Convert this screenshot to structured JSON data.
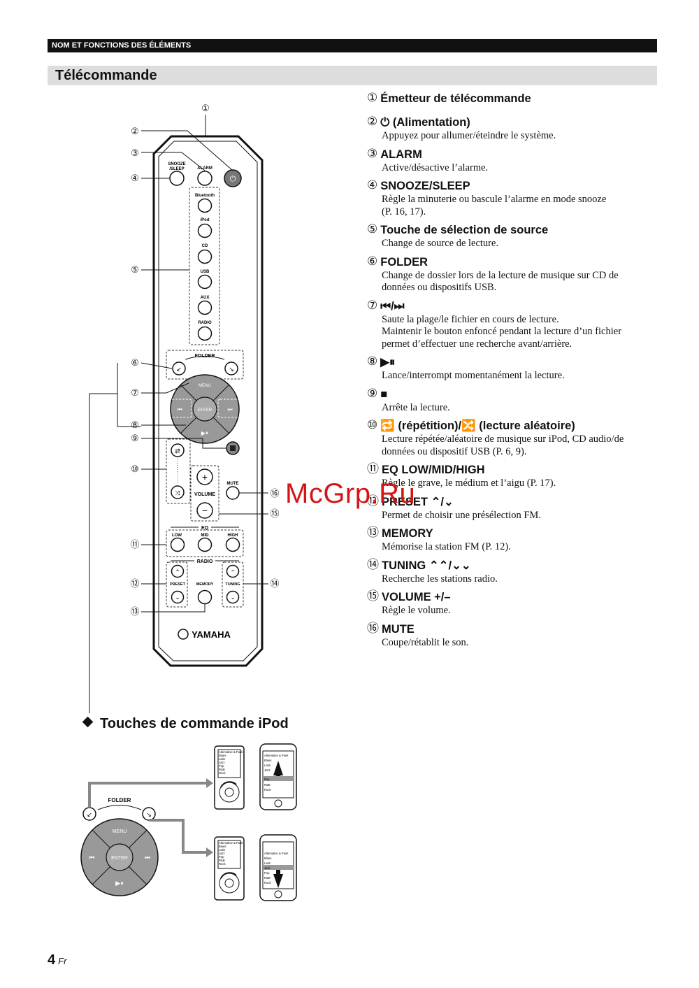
{
  "header": {
    "section_label": "NOM ET FONCTIONS DES ÉLÉMENTS"
  },
  "section": {
    "title": "Télécommande"
  },
  "callouts": [
    "①",
    "②",
    "③",
    "④",
    "⑤",
    "⑥",
    "⑦",
    "⑧",
    "⑨",
    "⑩",
    "⑪",
    "⑫",
    "⑬",
    "⑭",
    "⑮",
    "⑯"
  ],
  "remote": {
    "snooze_label": "SNOOZE",
    "sleep_label": "/SLEEP",
    "alarm_label": "ALARM",
    "sources": [
      "Bluetooth",
      "iPod",
      "CD",
      "USB",
      "AUX",
      "RADIO"
    ],
    "folder_label": "FOLDER",
    "menu_label": "MENU",
    "enter_label": "ENTER",
    "volume_label": "VOLUME",
    "mute_label": "MUTE",
    "eq_label": "EQ",
    "eq_buttons": [
      "LOW",
      "MID",
      "HIGH"
    ],
    "radio_label": "RADIO",
    "preset_label": "PRESET",
    "memory_label": "MEMORY",
    "tuning_label": "TUNING",
    "brand": "YAMAHA"
  },
  "ipod_section": {
    "title": "Touches de commande iPod",
    "folder_label": "FOLDER",
    "menu_label": "MENU",
    "enter_label": "ENTER",
    "list_items": [
      "Alternative & Punk",
      "Blues",
      "Latin",
      "Jazz",
      "Pop",
      "R&B",
      "Rock"
    ]
  },
  "items": [
    {
      "num": "①",
      "title": "Émetteur de télécommande",
      "desc": ""
    },
    {
      "num": "②",
      "title": "⏻ (Alimentation)",
      "desc": "Appuyez pour allumer/éteindre le système."
    },
    {
      "num": "③",
      "title": "ALARM",
      "desc": "Active/désactive l’alarme."
    },
    {
      "num": "④",
      "title": "SNOOZE/SLEEP",
      "desc": "Règle la minuterie ou bascule l’alarme en mode snooze\n(P. 16, 17)."
    },
    {
      "num": "⑤",
      "title": "Touche de sélection de source",
      "desc": "Change de source de lecture."
    },
    {
      "num": "⑥",
      "title": "FOLDER",
      "desc": "Change de dossier lors de la lecture de musique sur CD de\ndonnées ou dispositifs USB."
    },
    {
      "num": "⑦",
      "title": "⏮/⏭",
      "desc": "Saute la plage/le fichier en cours de lecture.\nMaintenir le bouton enfoncé pendant la lecture d’un fichier\npermet d’effectuer une recherche avant/arrière."
    },
    {
      "num": "⑧",
      "title": "▶⏸",
      "desc": "Lance/interrompt momentanément la lecture."
    },
    {
      "num": "⑨",
      "title": "■",
      "desc": "Arrête la lecture."
    },
    {
      "num": "⑩",
      "title": "🔁 (répétition)/🔀 (lecture aléatoire)",
      "desc": "Lecture répétée/aléatoire de musique sur iPod, CD audio/de\ndonnées ou dispositif USB (P. 6, 9)."
    },
    {
      "num": "⑪",
      "title": "EQ LOW/MID/HIGH",
      "desc": "Règle le grave, le médium et l’aigu (P. 17)."
    },
    {
      "num": "⑫",
      "title": "PRESET ⌃/⌄",
      "desc": "Permet de choisir une présélection FM."
    },
    {
      "num": "⑬",
      "title": "MEMORY",
      "desc": "Mémorise la station FM (P. 12)."
    },
    {
      "num": "⑭",
      "title": "TUNING ⌃⌃/⌄⌄",
      "desc": "Recherche les stations radio."
    },
    {
      "num": "⑮",
      "title": "VOLUME +/–",
      "desc": "Règle le volume."
    },
    {
      "num": "⑯",
      "title": "MUTE",
      "desc": "Coupe/rétablit le son."
    }
  ],
  "watermark": "McGrp.Ru",
  "page": {
    "number": "4",
    "lang": "Fr"
  }
}
